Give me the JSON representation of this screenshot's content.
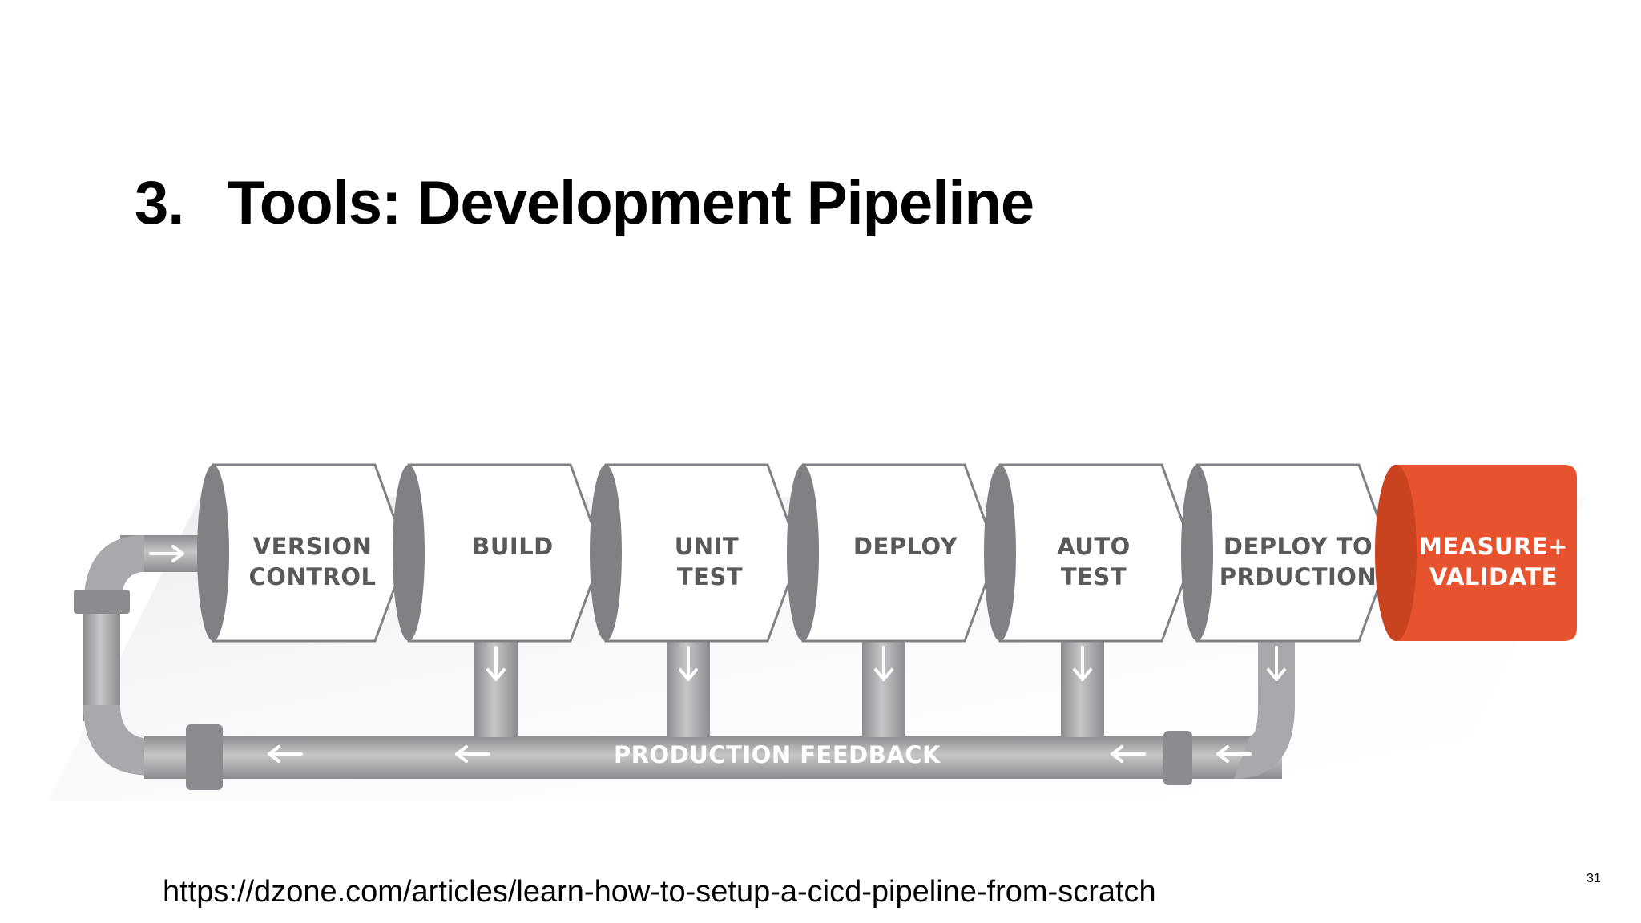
{
  "slide": {
    "title_number": "3.",
    "title_text": "Tools: Development Pipeline",
    "source_url": "https://dzone.com/articles/learn-how-to-setup-a-cicd-pipeline-from-scratch",
    "page_number": "31"
  },
  "pipeline": {
    "stages": [
      {
        "line1": "VERSION",
        "line2": "CONTROL",
        "highlight": false
      },
      {
        "line1": "BUILD",
        "line2": "",
        "highlight": false
      },
      {
        "line1": "UNIT",
        "line2": "TEST",
        "highlight": false
      },
      {
        "line1": "DEPLOY",
        "line2": "",
        "highlight": false
      },
      {
        "line1": "AUTO",
        "line2": "TEST",
        "highlight": false
      },
      {
        "line1": "DEPLOY TO",
        "line2": "PRDUCTION",
        "highlight": false
      },
      {
        "line1": "MEASURE+",
        "line2": "VALIDATE",
        "highlight": true
      }
    ],
    "feedback_label": "PRODUCTION FEEDBACK",
    "colors": {
      "highlight": "#E8532F",
      "highlight_dark": "#C9431F",
      "stage_fill": "#FFFFFF",
      "stage_edge": "#808184",
      "pipe": "#A7A9AC",
      "pipe_dark": "#8A8C8F",
      "pipe_light": "#C4C6C8",
      "label": "#58595B"
    },
    "icons": [
      "arrow-right-icon",
      "arrow-down-icon",
      "arrow-left-icon"
    ]
  }
}
